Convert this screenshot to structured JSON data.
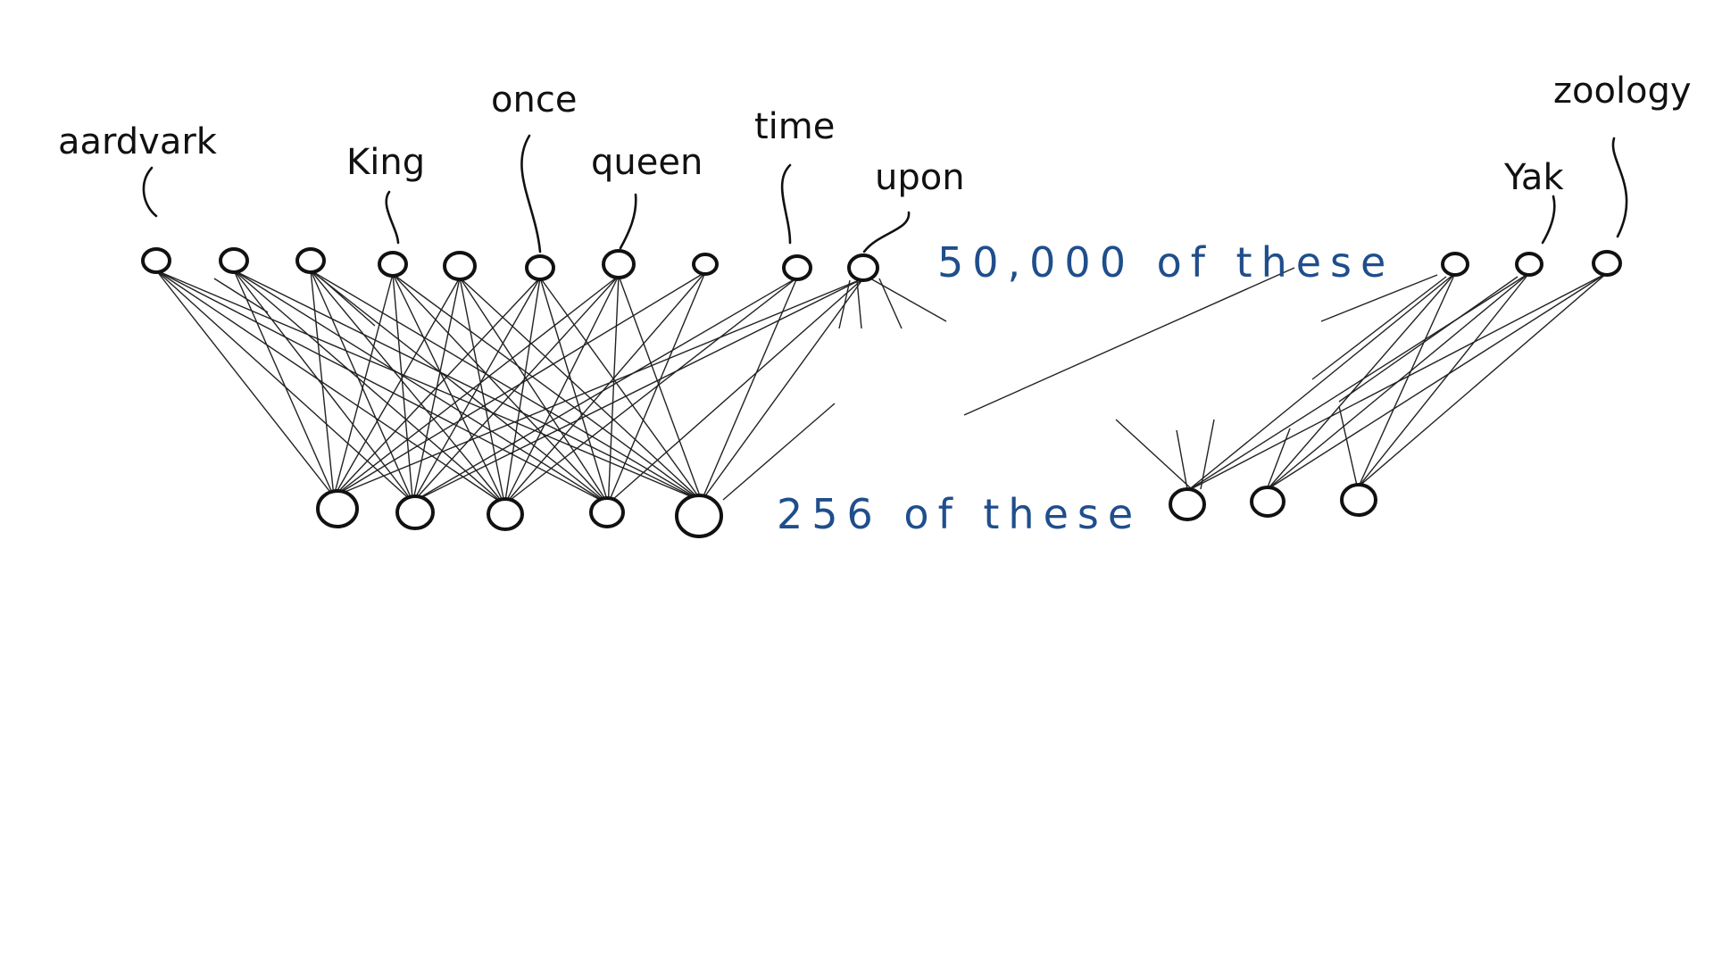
{
  "diagram": {
    "input_layer": {
      "count_label": "50,000 of these",
      "word_labels": [
        "aardvark",
        "King",
        "once",
        "queen",
        "time",
        "upon",
        "Yak",
        "zoology"
      ]
    },
    "hidden_layer": {
      "count_label": "256 of these"
    },
    "colors": {
      "ink": "#111111",
      "annotation": "#1f4e8c",
      "background": "#ffffff"
    }
  }
}
